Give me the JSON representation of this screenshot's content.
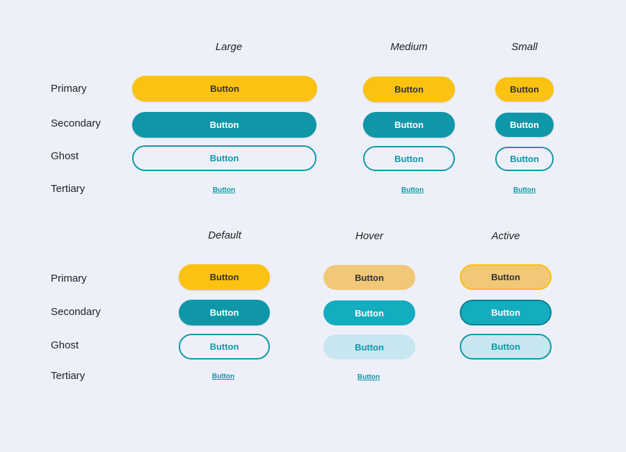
{
  "sizes": {
    "headers": [
      "Large",
      "Medium",
      "Small"
    ],
    "rows": [
      "Primary",
      "Secondary",
      "Ghost",
      "Tertiary"
    ],
    "button_label": "Button"
  },
  "states": {
    "headers": [
      "Default",
      "Hover",
      "Active"
    ],
    "rows": [
      "Primary",
      "Secondary",
      "Ghost",
      "Tertiary"
    ],
    "button_label": "Button"
  },
  "colors": {
    "background": "#eef0f9",
    "primary": "#fcc211",
    "secondary": "#0f97a8",
    "primary_hover": "#f0c878",
    "secondary_hover": "#13adbf",
    "ghost_hover": "#c8e6ef"
  }
}
